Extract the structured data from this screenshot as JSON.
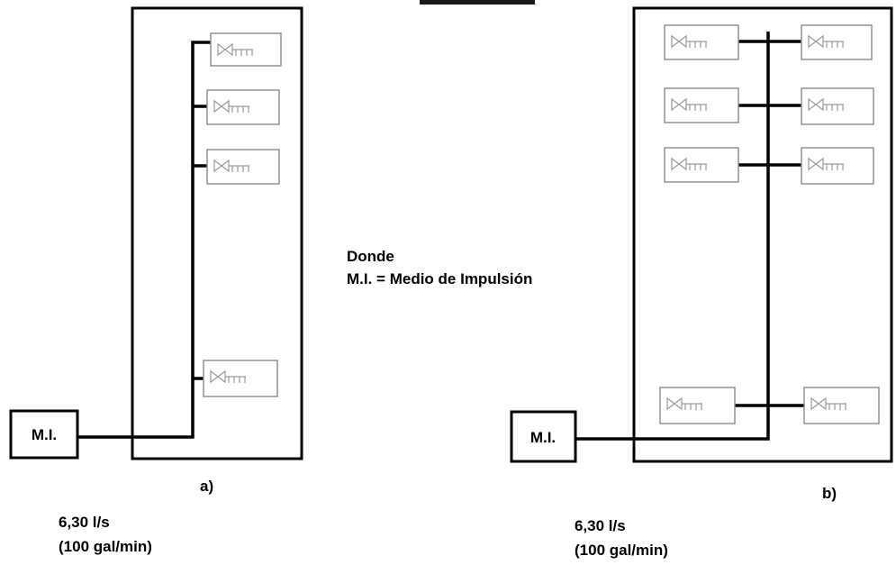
{
  "header": {
    "partial_title": ""
  },
  "legend": {
    "heading": "Donde",
    "definition": "M.I. = Medio de Impulsión"
  },
  "diagram_a": {
    "label": "a)",
    "pump_label": "M.I.",
    "flow_primary": "6,30 l/s",
    "flow_secondary": "(100 gal/min)",
    "hose_cabinets": 4,
    "icon": "hose-valve-icon"
  },
  "diagram_b": {
    "label": "b)",
    "pump_label": "M.I.",
    "flow_primary": "6,30 l/s",
    "flow_secondary": "(100 gal/min)",
    "hose_cabinets": 8,
    "icon": "hose-valve-icon"
  },
  "colors": {
    "line": "#000000",
    "cabinet_border": "#8a8a8a",
    "valve_symbol": "#9a9a9a"
  }
}
